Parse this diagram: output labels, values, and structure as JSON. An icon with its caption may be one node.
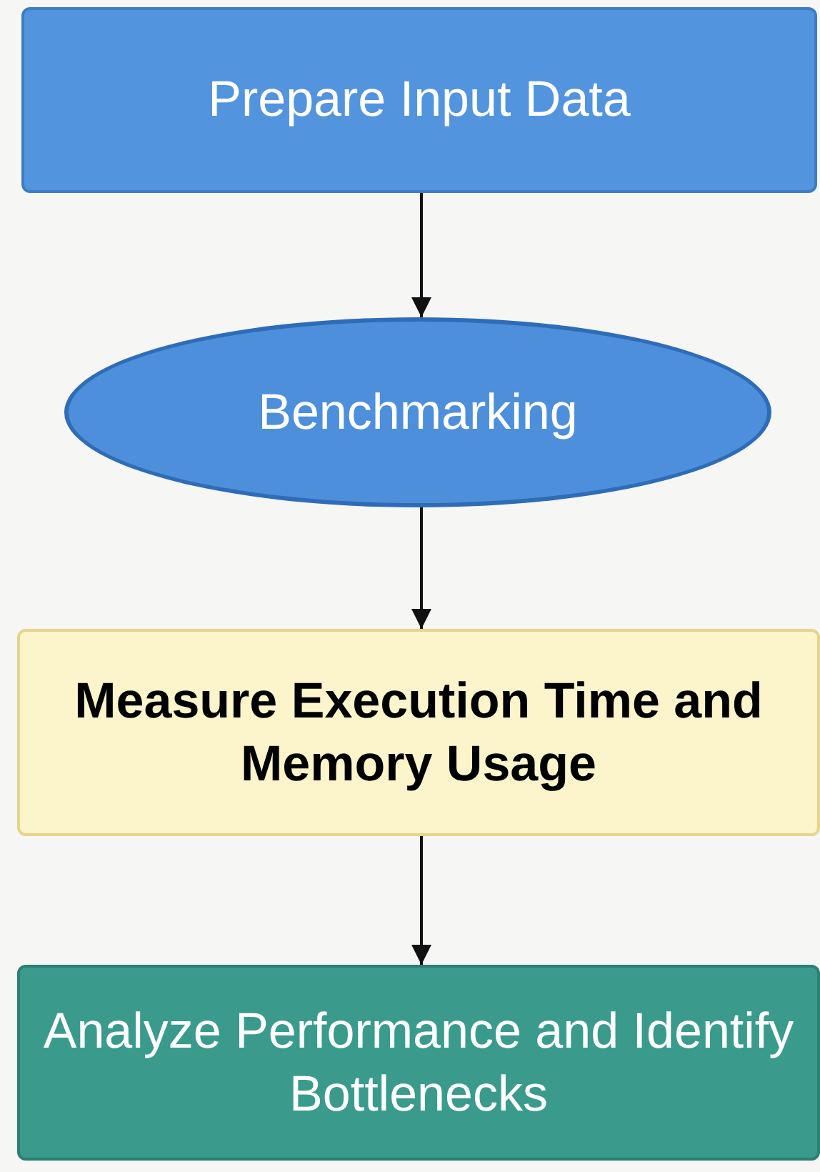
{
  "diagram": {
    "nodes": [
      {
        "text": [
          "Prepare Input Data"
        ]
      },
      {
        "text": [
          "Benchmarking"
        ]
      },
      {
        "text": [
          "Measure Execution Time and Memory Usage"
        ]
      },
      {
        "text": [
          "Analyze Performance and Identify Bottlenecks"
        ]
      }
    ],
    "edges": [
      {
        "from": 0,
        "to": 1,
        "arrow": "to"
      },
      {
        "from": 1,
        "to": 2,
        "arrow": "to"
      },
      {
        "from": 2,
        "to": 3,
        "arrow": "to"
      }
    ]
  }
}
